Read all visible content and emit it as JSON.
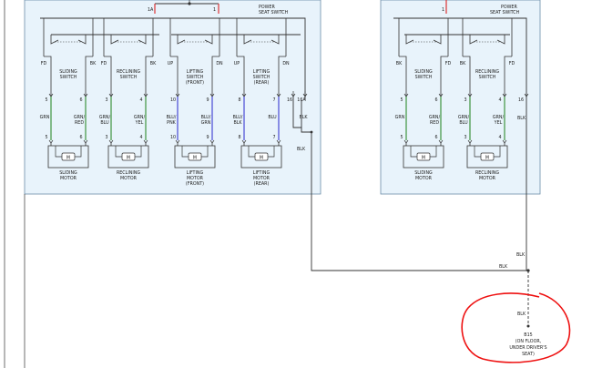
{
  "colors": {
    "panel_fill": "#e8f3fb",
    "panel_stroke": "#6a8ca8",
    "wire_black": "#333333",
    "wire_red": "#dd2222",
    "wire_green": "#2e8b2e",
    "wire_blue": "#3a3ad0",
    "annotation_red": "#ee1111"
  },
  "driver_side": {
    "title_line1": "POWER",
    "title_line2": "SEAT SWITCH",
    "fuse_in": "1A",
    "top_red": "RED",
    "top_pin": "1",
    "switches": [
      {
        "left": "FD",
        "right": "BK",
        "name1": "SLIDING",
        "name2": "SWITCH"
      },
      {
        "left": "FD",
        "right": "BK",
        "name1": "RECLINING",
        "name2": "SWITCH"
      },
      {
        "left": "UP",
        "right": "DN",
        "name1": "LIFTING",
        "name2": "SWITCH",
        "name3": "(FRONT)"
      },
      {
        "left": "UP",
        "right": "DN",
        "name1": "LIFTING",
        "name2": "SWITCH",
        "name3": "(REAR)"
      }
    ],
    "pins": [
      "5",
      "6",
      "3",
      "4",
      "10",
      "9",
      "8",
      "7",
      "16",
      "16A"
    ],
    "wires": [
      {
        "l1": "GRN",
        "l2": ""
      },
      {
        "l1": "GRN/",
        "l2": "RED"
      },
      {
        "l1": "GRN/",
        "l2": "BLU"
      },
      {
        "l1": "GRN/",
        "l2": "YEL"
      },
      {
        "l1": "BLU/",
        "l2": "PNK"
      },
      {
        "l1": "BLU/",
        "l2": "GRN"
      },
      {
        "l1": "BLU/",
        "l2": "BLK"
      },
      {
        "l1": "BLU",
        "l2": ""
      },
      {
        "l1": "BLK",
        "l2": ""
      }
    ],
    "motor_pins": [
      "5",
      "6",
      "3",
      "4",
      "10",
      "9",
      "8",
      "7"
    ],
    "blk_label": "BLK",
    "motors": [
      {
        "name1": "SLIDING",
        "name2": "MOTOR"
      },
      {
        "name1": "RECLINING",
        "name2": "MOTOR"
      },
      {
        "name1": "LIFTING",
        "name2": "MOTOR",
        "name3": "(FRONT)"
      },
      {
        "name1": "LIFTING",
        "name2": "MOTOR",
        "name3": "(REAR)"
      }
    ],
    "motor_symbol": "M"
  },
  "passenger_side": {
    "title_line1": "POWER",
    "title_line2": "SEAT SWITCH",
    "top_pin": "1",
    "switches": [
      {
        "left": "BK",
        "right": "FD",
        "name1": "SLIDING",
        "name2": "SWITCH"
      },
      {
        "left": "BK",
        "right": "FD",
        "name1": "RECLINING",
        "name2": "SWITCH"
      }
    ],
    "pins": [
      "5",
      "6",
      "3",
      "4",
      "16"
    ],
    "wires": [
      {
        "l1": "GRN",
        "l2": ""
      },
      {
        "l1": "GRN/",
        "l2": "RED"
      },
      {
        "l1": "GRN/",
        "l2": "BLU"
      },
      {
        "l1": "GRN/",
        "l2": "YEL"
      },
      {
        "l1": "BLK",
        "l2": ""
      }
    ],
    "motor_pins": [
      "5",
      "6",
      "3",
      "4"
    ],
    "motors": [
      {
        "name1": "SLIDING",
        "name2": "MOTOR"
      },
      {
        "name1": "RECLINING",
        "name2": "MOTOR"
      }
    ],
    "motor_symbol": "M"
  },
  "ground": {
    "blk_right": "BLK",
    "blk_join": "BLK",
    "blk_down": "BLK",
    "name": "B15",
    "desc1": "(ON FLOOR,",
    "desc2": "UNDER DRIVER'S",
    "desc3": "SEAT)"
  }
}
